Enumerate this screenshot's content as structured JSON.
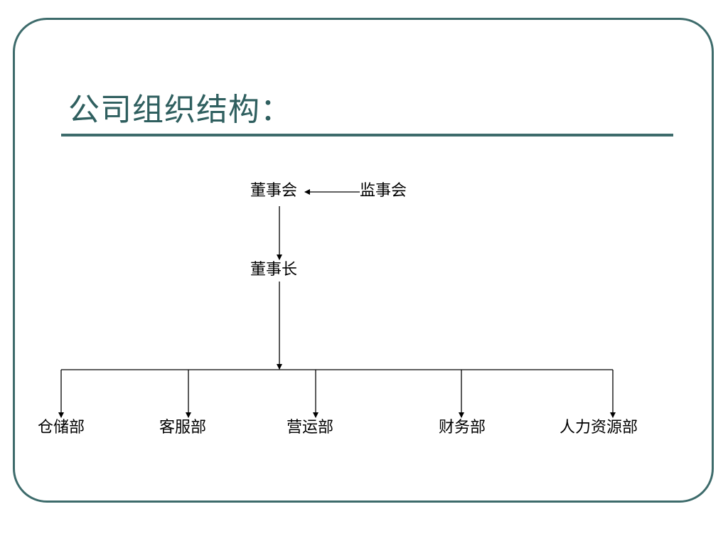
{
  "slide": {
    "title": "公司组织结构："
  },
  "org": {
    "board": "董事会",
    "supervisory_board": "监事会",
    "chairman": "董事长",
    "departments": [
      "仓储部",
      "客服部",
      "营运部",
      "财务部",
      "人力资源部"
    ]
  },
  "colors": {
    "frame": "#3d6b6b",
    "title": "#2f5f5f",
    "lines": "#000000"
  }
}
